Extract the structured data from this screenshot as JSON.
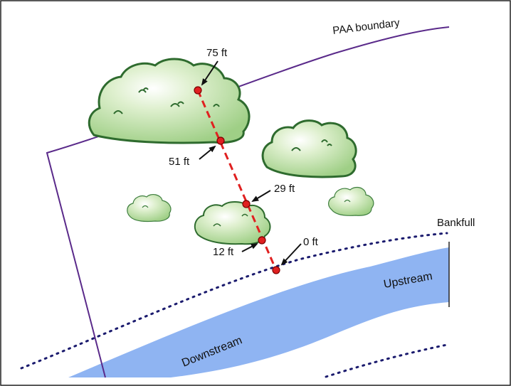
{
  "labels": {
    "paa_boundary": "PAA boundary",
    "bankfull": "Bankfull",
    "upstream": "Upstream",
    "downstream": "Downstream"
  },
  "distances": [
    {
      "id": "d75",
      "label": "75 ft"
    },
    {
      "id": "d51",
      "label": "51 ft"
    },
    {
      "id": "d29",
      "label": "29 ft"
    },
    {
      "id": "d12",
      "label": "12 ft"
    },
    {
      "id": "d0",
      "label": "0 ft"
    }
  ],
  "colors": {
    "water": "#8fb4f2",
    "boundary": "#5a2a8a",
    "bankfull": "#1b1b6e",
    "transect": "#e02020",
    "point_fill": "#e02020",
    "shrub_fill": "#bfe0a6",
    "shrub_stroke": "#2e6b2e",
    "frame": "#222222"
  }
}
